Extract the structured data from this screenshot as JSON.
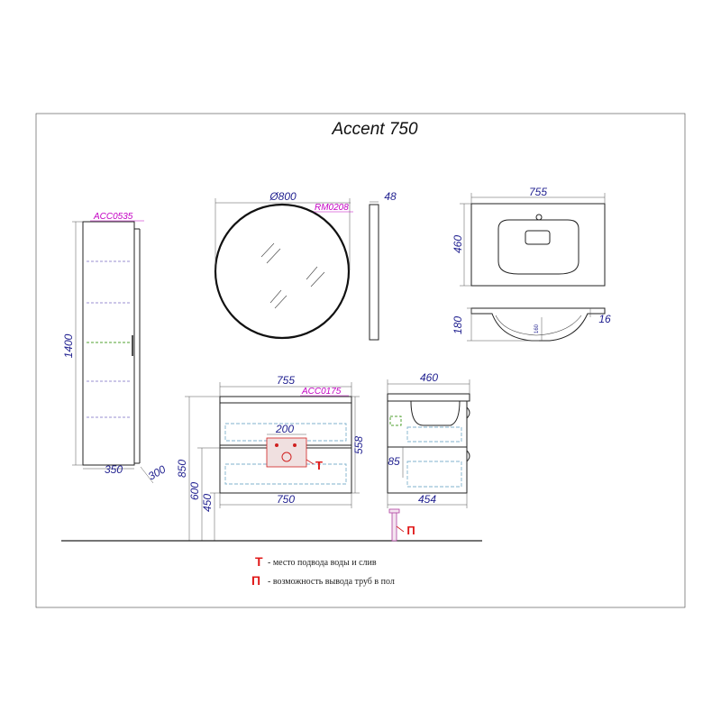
{
  "title": "Accent 750",
  "codes": {
    "column": "ACC0535",
    "mirror": "RM0208",
    "cabinet": "ACC0175"
  },
  "dimensions": {
    "mirror_diameter": "Ø800",
    "mirror_depth": "48",
    "sink_width": "755",
    "sink_depth": "460",
    "sink_height": "180",
    "sink_rim": "16",
    "sink_bowl": "160",
    "column_height": "1400",
    "column_width": "350",
    "column_depth": "300",
    "cabinet_width_top": "755",
    "cabinet_width_bottom": "750",
    "cabinet_height": "558",
    "drawer_zone": "200",
    "install_850": "850",
    "install_600": "600",
    "install_450": "450",
    "side_depth_top": "460",
    "side_depth_bottom": "454",
    "side_85": "85"
  },
  "markers": {
    "t": "Т",
    "p": "П"
  },
  "legend": [
    {
      "letter": "Т",
      "text": "- место подвода воды и слив"
    },
    {
      "letter": "П",
      "text": "- возможность вывода труб в пол"
    }
  ],
  "colors": {
    "dimension_text": "#1f1f8f",
    "product_code": "#c400c4",
    "marker": "#e01818",
    "drawer_outline": "#7fb2cc"
  }
}
